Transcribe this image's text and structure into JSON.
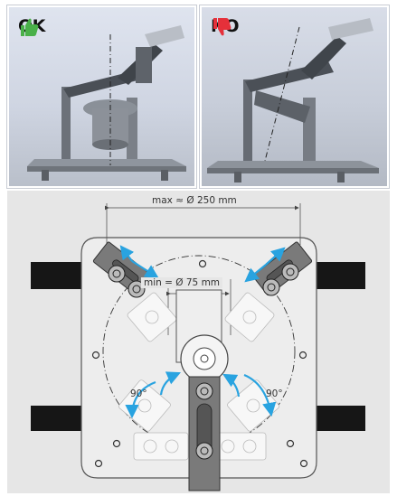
{
  "panels": {
    "ok": {
      "label": "OK",
      "thumb_color": "#49b049"
    },
    "no": {
      "label": "NO",
      "thumb_color": "#e5303a"
    }
  },
  "dimensions": {
    "max": "max ≈ Ø 250 mm",
    "min": "min = Ø 75 mm",
    "angle_left": "90°",
    "angle_right": "90°"
  },
  "colors": {
    "arrow": "#29a3e0"
  }
}
